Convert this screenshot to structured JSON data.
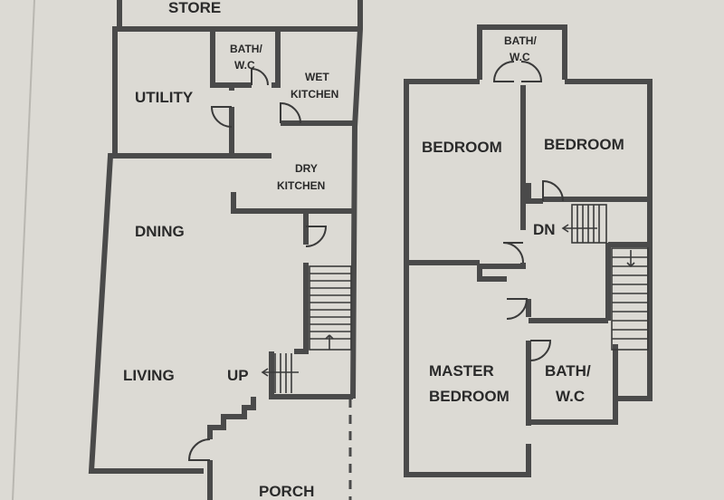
{
  "ground_floor": {
    "rooms": {
      "store": "STORE",
      "bath_wc_line1": "BATH/",
      "bath_wc_line2": "W.C",
      "utility": "UTILITY",
      "wet_kitchen_line1": "WET",
      "wet_kitchen_line2": "KITCHEN",
      "dry_kitchen_line1": "DRY",
      "dry_kitchen_line2": "KITCHEN",
      "dining": "DNING",
      "living": "LIVING",
      "up": "UP",
      "porch": "PORCH"
    }
  },
  "first_floor": {
    "rooms": {
      "bath_wc_line1": "BATH/",
      "bath_wc_line2": "W.C",
      "bedroom_left": "BEDROOM",
      "bedroom_right": "BEDROOM",
      "dn": "DN",
      "master_line1": "MASTER",
      "master_line2": "BEDROOM",
      "bath2_line1": "BATH/",
      "bath2_line2": "W.C"
    }
  }
}
